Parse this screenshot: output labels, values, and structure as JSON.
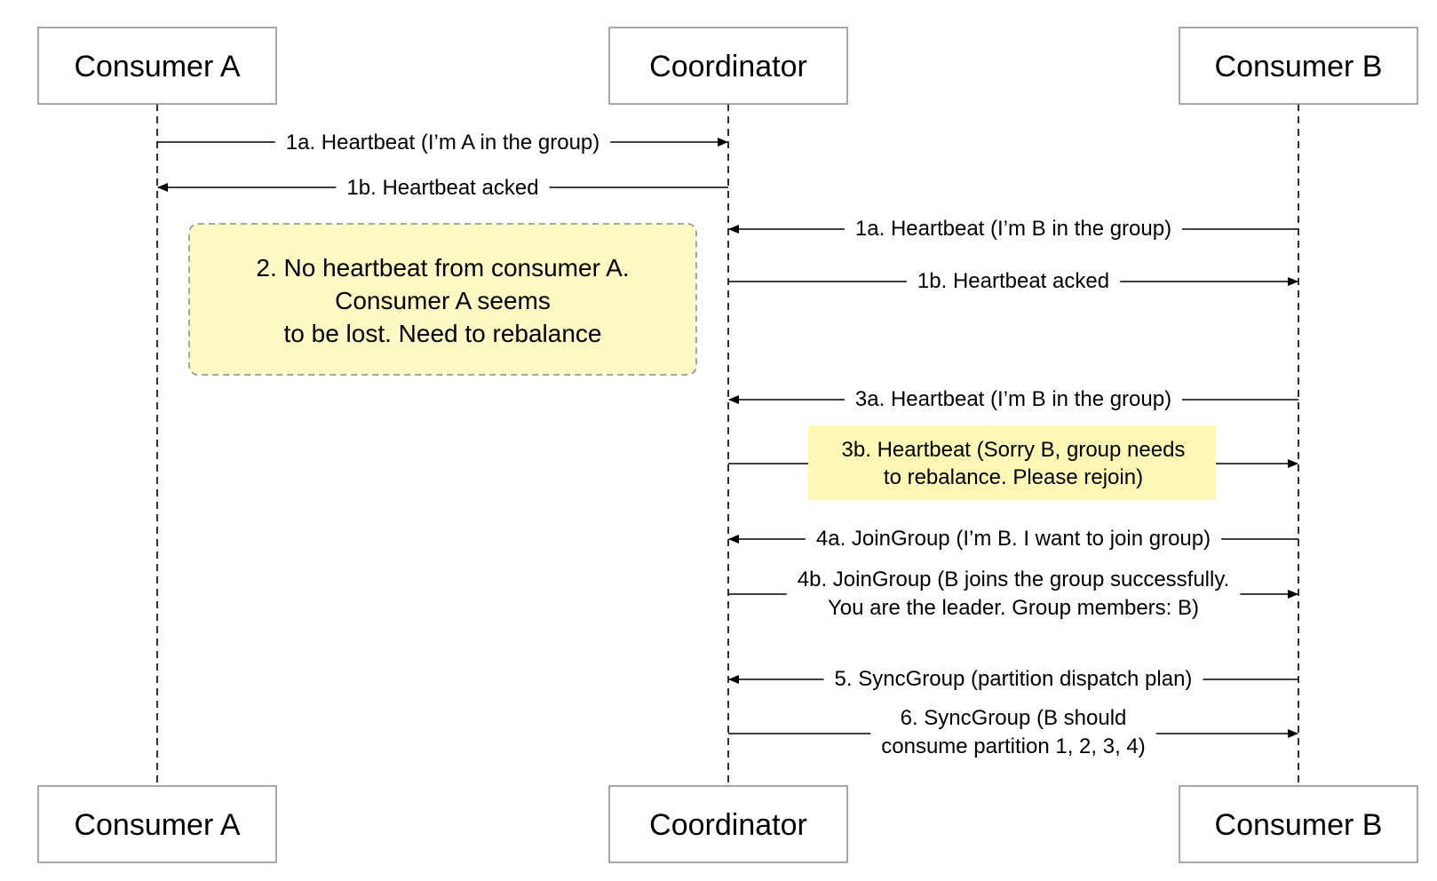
{
  "participants": [
    {
      "id": "A",
      "name": "Consumer A"
    },
    {
      "id": "C",
      "name": "Coordinator"
    },
    {
      "id": "B",
      "name": "Consumer B"
    }
  ],
  "messages": [
    {
      "id": "m1",
      "from": "A",
      "to": "C",
      "lines": [
        "1a. Heartbeat (I’m A in the group)"
      ]
    },
    {
      "id": "m2",
      "from": "C",
      "to": "A",
      "lines": [
        "1b. Heartbeat acked"
      ]
    },
    {
      "id": "m3",
      "from": "B",
      "to": "C",
      "lines": [
        "1a. Heartbeat (I’m B in the group)"
      ]
    },
    {
      "id": "m4",
      "from": "C",
      "to": "B",
      "lines": [
        "1b. Heartbeat acked"
      ]
    },
    {
      "id": "m5",
      "from": "B",
      "to": "C",
      "lines": [
        "3a. Heartbeat (I’m B in the group)"
      ]
    },
    {
      "id": "m6",
      "from": "C",
      "to": "B",
      "highlight": true,
      "lines": [
        "3b. Heartbeat (Sorry B, group needs",
        "to rebalance. Please rejoin)"
      ]
    },
    {
      "id": "m7",
      "from": "B",
      "to": "C",
      "lines": [
        "4a. JoinGroup (I’m B. I want to join group)"
      ]
    },
    {
      "id": "m8",
      "from": "C",
      "to": "B",
      "lines": [
        "4b. JoinGroup (B joins the group successfully.",
        "You are the leader. Group members: B)"
      ]
    },
    {
      "id": "m9",
      "from": "B",
      "to": "C",
      "lines": [
        "5. SyncGroup (partition dispatch plan)"
      ]
    },
    {
      "id": "m10",
      "from": "C",
      "to": "B",
      "lines": [
        "6. SyncGroup (B should",
        "consume partition 1, 2, 3, 4)"
      ]
    }
  ],
  "note": {
    "lines": [
      "2. No heartbeat from consumer A.",
      "Consumer A seems",
      "to be lost. Need to rebalance"
    ],
    "fill": "#fdf8c4"
  },
  "colors": {
    "note_fill": "#fdf8c4",
    "highlight_fill": "#fdf8b5",
    "box_stroke": "#8a8a8a"
  }
}
